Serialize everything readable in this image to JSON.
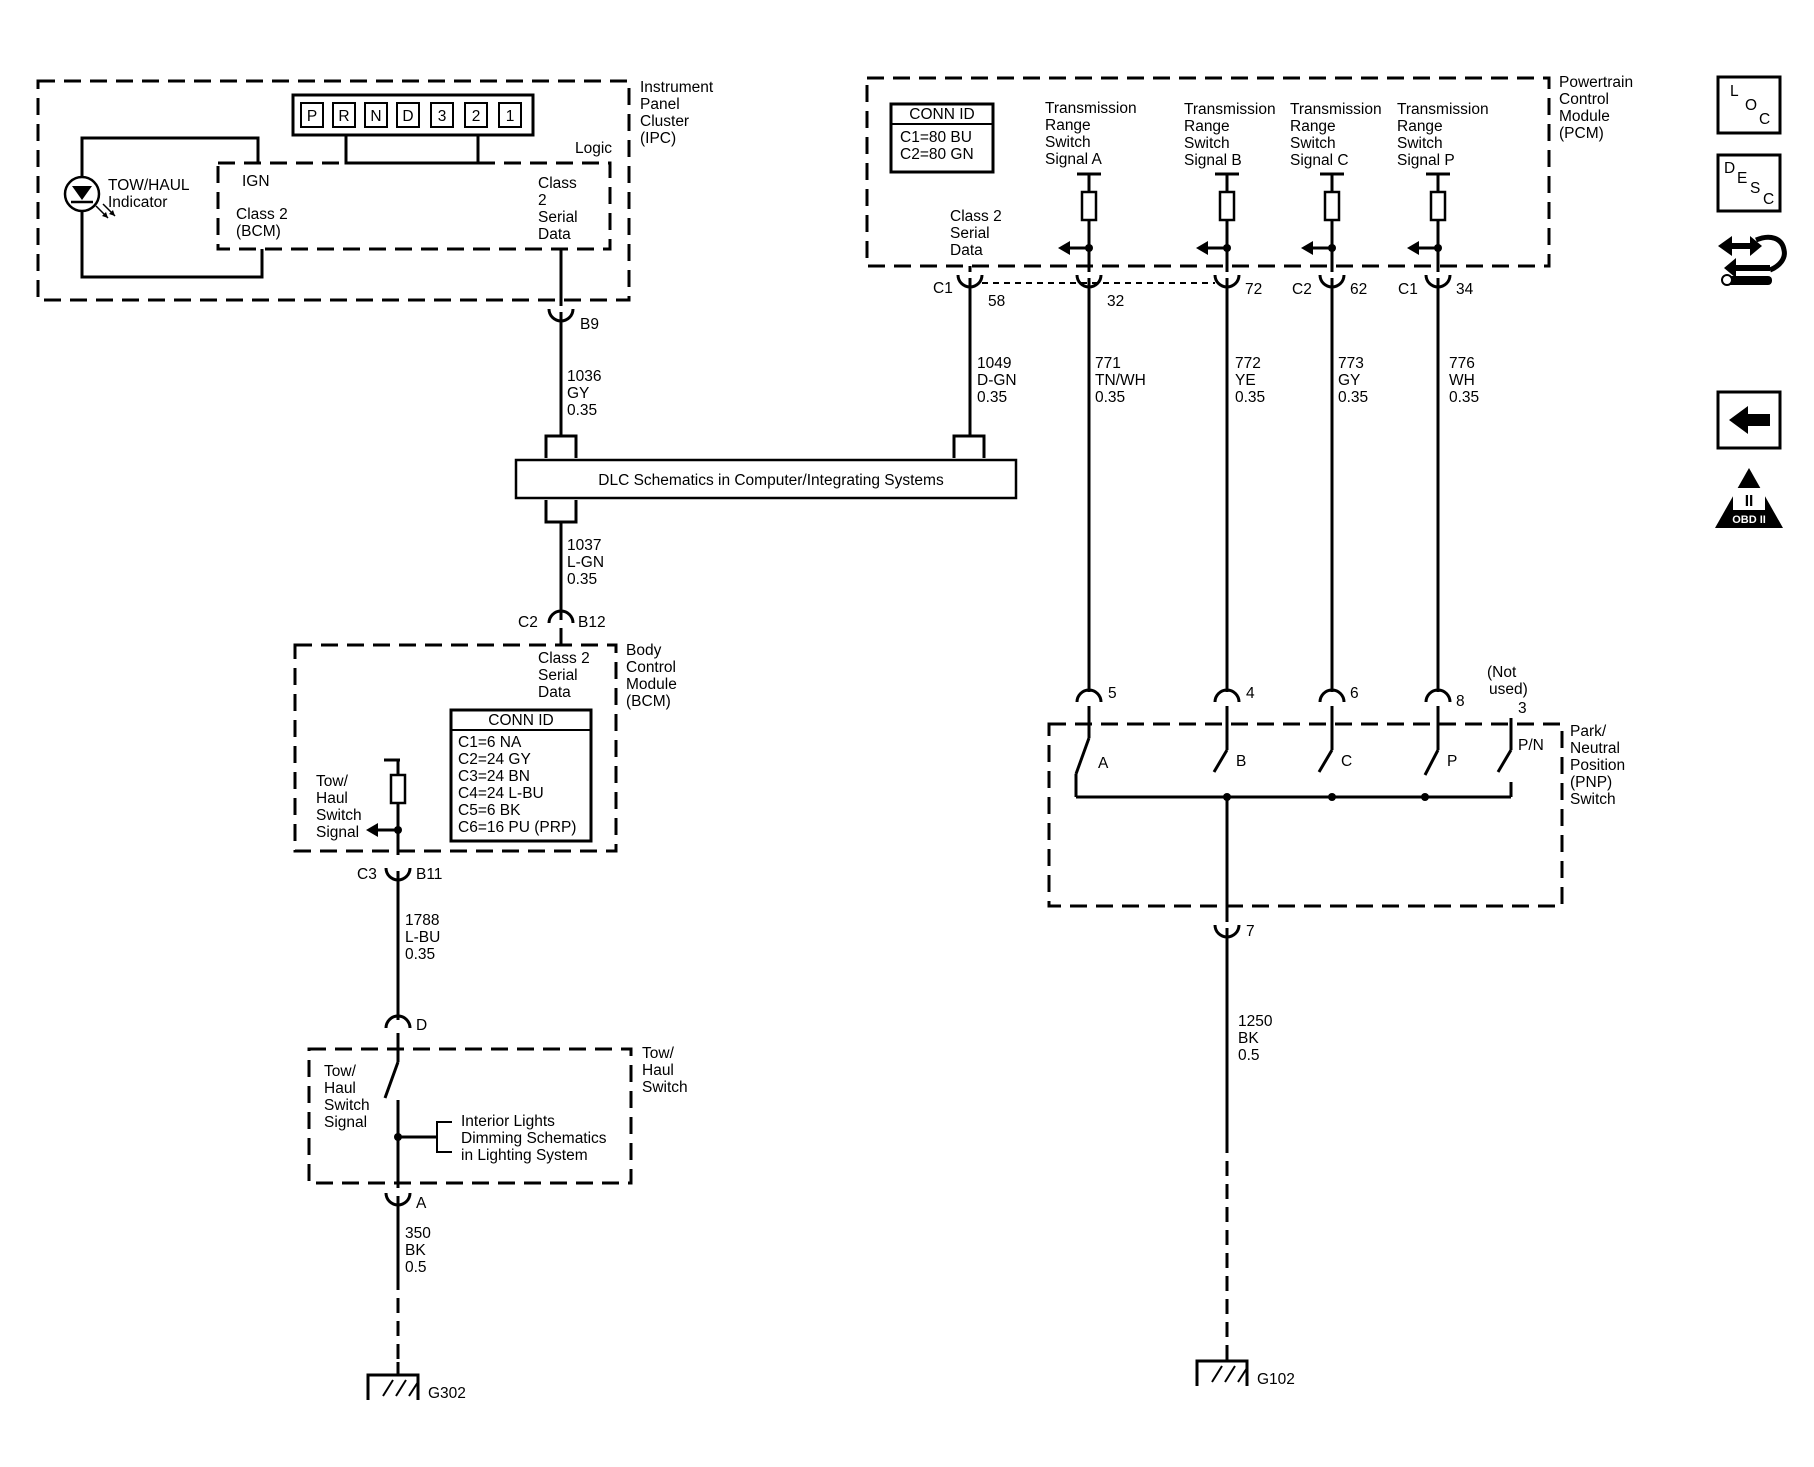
{
  "ipc": {
    "name": [
      "Instrument",
      "Panel",
      "Cluster",
      "(IPC)"
    ],
    "prndl": [
      "P",
      "R",
      "N",
      "D",
      "3",
      "2",
      "1"
    ],
    "logic": "Logic",
    "ign": "IGN",
    "class2_bcm": [
      "Class 2",
      "(BCM)"
    ],
    "class2_serial": [
      "Class",
      "2",
      "Serial",
      "Data"
    ],
    "indicator": [
      "TOW/HAUL",
      "Indicator"
    ]
  },
  "pcm": {
    "name": [
      "Powertrain",
      "Control",
      "Module",
      "(PCM)"
    ],
    "conn_title": "CONN ID",
    "conn_rows": [
      "C1=80 BU",
      "C2=80 GN"
    ],
    "class2_serial": [
      "Class 2",
      "Serial",
      "Data"
    ],
    "signals": [
      [
        "Transmission",
        "Range",
        "Switch",
        "Signal A"
      ],
      [
        "Transmission",
        "Range",
        "Switch",
        "Signal B"
      ],
      [
        "Transmission",
        "Range",
        "Switch",
        "Signal C"
      ],
      [
        "Transmission",
        "Range",
        "Switch",
        "Signal P"
      ]
    ]
  },
  "connectors": {
    "b9": "B9",
    "c1_58": [
      "C1",
      "58"
    ],
    "pin32": "32",
    "pin72": "72",
    "c2_62": [
      "C2",
      "62"
    ],
    "c1_34": [
      "C1",
      "34"
    ],
    "c2_b12": [
      "C2",
      "B12"
    ],
    "c3_b11": [
      "C3",
      "B11"
    ],
    "d": "D",
    "a": "A",
    "pnp_pins": [
      "5",
      "4",
      "6",
      "8"
    ],
    "pin3": "3",
    "pin7": "7"
  },
  "wires": {
    "w1036": [
      "1036",
      "GY",
      "0.35"
    ],
    "w1049": [
      "1049",
      "D-GN",
      "0.35"
    ],
    "w771": [
      "771",
      "TN/WH",
      "0.35"
    ],
    "w772": [
      "772",
      "YE",
      "0.35"
    ],
    "w773": [
      "773",
      "GY",
      "0.35"
    ],
    "w776": [
      "776",
      "WH",
      "0.35"
    ],
    "w1037": [
      "1037",
      "L-GN",
      "0.35"
    ],
    "w1788": [
      "1788",
      "L-BU",
      "0.35"
    ],
    "w350": [
      "350",
      "BK",
      "0.5"
    ],
    "w1250": [
      "1250",
      "BK",
      "0.5"
    ]
  },
  "dlc": {
    "label": "DLC Schematics in Computer/Integrating Systems"
  },
  "bcm": {
    "name": [
      "Body",
      "Control",
      "Module",
      "(BCM)"
    ],
    "class2_serial": [
      "Class 2",
      "Serial",
      "Data"
    ],
    "conn_title": "CONN ID",
    "conn_rows": [
      "C1=6 NA",
      "C2=24 GY",
      "C3=24 BN",
      "C4=24 L-BU",
      "C5=6 BK",
      "C6=16 PU (PRP)"
    ],
    "tow_signal": [
      "Tow/",
      "Haul",
      "Switch",
      "Signal"
    ]
  },
  "tow_switch": {
    "name": [
      "Tow/",
      "Haul",
      "Switch"
    ],
    "signal": [
      "Tow/",
      "Haul",
      "Switch",
      "Signal"
    ],
    "lights": [
      "Interior Lights",
      "Dimming Schematics",
      "in Lighting System"
    ]
  },
  "pnp": {
    "name": [
      "Park/",
      "Neutral",
      "Position",
      "(PNP)",
      "Switch"
    ],
    "not_used": [
      "(Not",
      "used)"
    ],
    "contacts": [
      "A",
      "B",
      "C",
      "P"
    ],
    "pn": "P/N"
  },
  "grounds": {
    "g302": "G302",
    "g102": "G102"
  },
  "sidebar": {
    "loc": [
      "L",
      "O",
      "C"
    ],
    "desc": [
      "D",
      "E",
      "S",
      "C"
    ],
    "obd": [
      "II",
      "OBD II"
    ]
  }
}
